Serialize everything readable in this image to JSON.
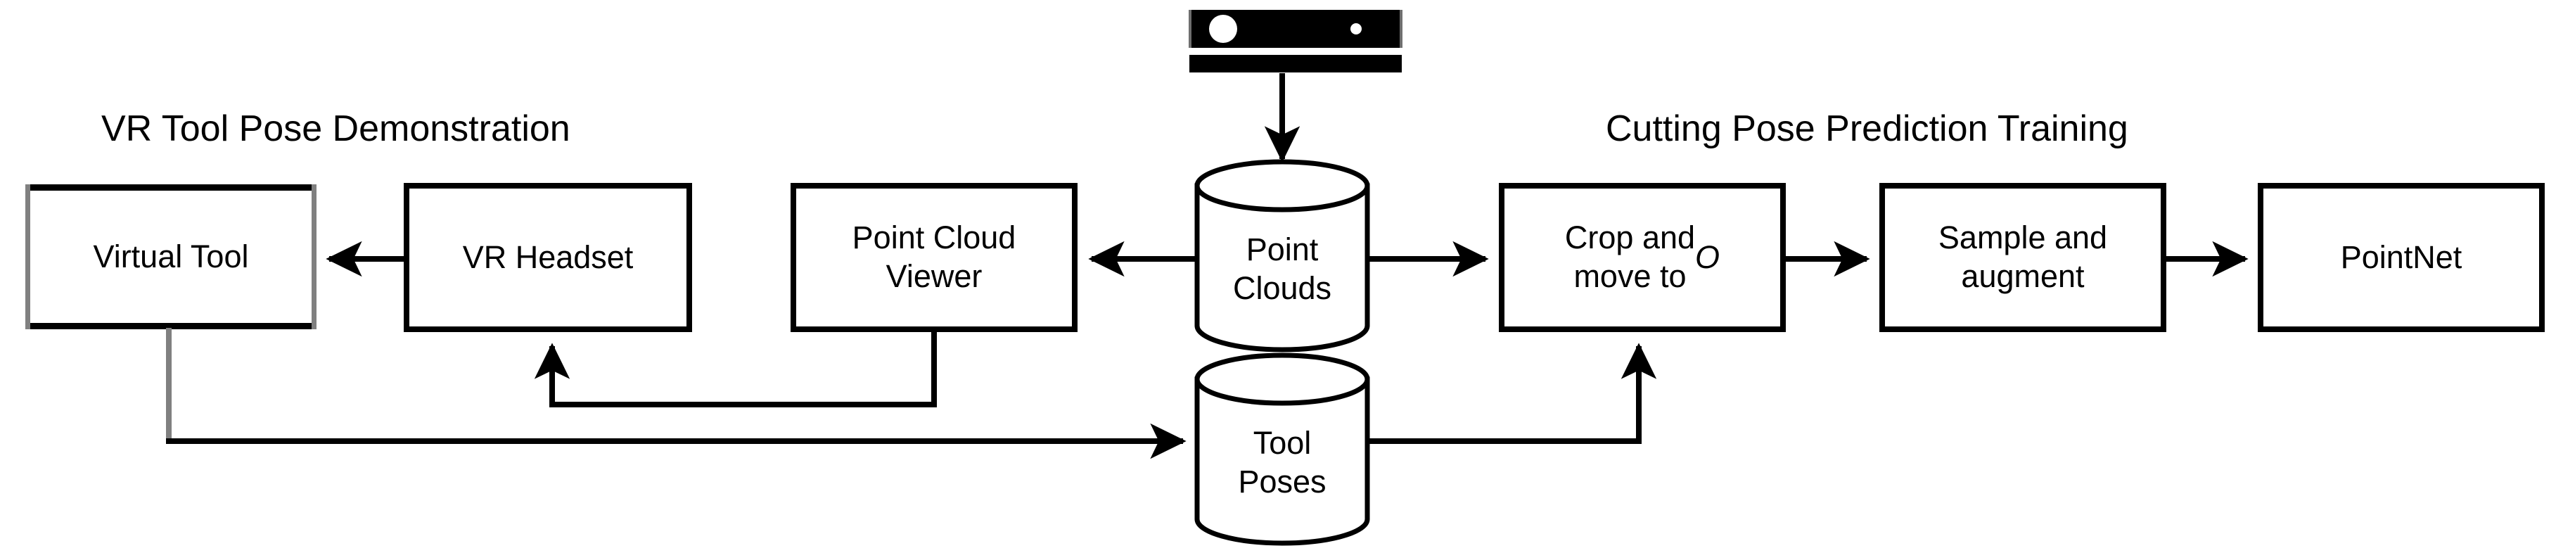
{
  "diagram": {
    "title": "VR tool pose demonstration and cutting pose prediction training pipeline",
    "sections": [
      {
        "id": "left",
        "label": "VR Tool Pose Demonstration"
      },
      {
        "id": "right",
        "label": "Cutting Pose Prediction Training"
      }
    ],
    "nodes": [
      {
        "id": "virtual-tool",
        "label": "Virtual Tool",
        "shape": "rectangle",
        "border_color": "#7f7f7f",
        "accent_color": "#000000"
      },
      {
        "id": "vr-headset",
        "label": "VR Headset",
        "shape": "rectangle",
        "border_color": "#000000"
      },
      {
        "id": "point-cloud-viewer",
        "label": "Point Cloud\nViewer",
        "shape": "rectangle",
        "border_color": "#000000"
      },
      {
        "id": "crop-and-move",
        "label_prefix": "Crop and\nmove to ",
        "label_italic": "O",
        "label": "Crop and\nmove to O",
        "shape": "rectangle",
        "border_color": "#000000"
      },
      {
        "id": "sample-and-augment",
        "label": "Sample and\naugment",
        "shape": "rectangle",
        "border_color": "#000000"
      },
      {
        "id": "pointnet",
        "label": "PointNet",
        "shape": "rectangle",
        "border_color": "#000000"
      }
    ],
    "datastores": [
      {
        "id": "point-clouds",
        "label": "Point\nClouds",
        "shape": "cylinder"
      },
      {
        "id": "tool-poses",
        "label": "Tool\nPoses",
        "shape": "cylinder"
      }
    ],
    "icons": [
      {
        "id": "depth-camera",
        "name": "depth-camera-icon",
        "description": "Black depth camera sensor bar with lens and IR dot"
      }
    ],
    "edges": [
      {
        "id": "headset-to-tool",
        "from": "vr-headset",
        "to": "virtual-tool",
        "direction": "left"
      },
      {
        "id": "camera-to-point-clouds",
        "from": "depth-camera",
        "to": "point-clouds",
        "direction": "down"
      },
      {
        "id": "point-clouds-to-viewer",
        "from": "point-clouds",
        "to": "point-cloud-viewer",
        "direction": "left"
      },
      {
        "id": "point-clouds-to-crop",
        "from": "point-clouds",
        "to": "crop-and-move",
        "direction": "right"
      },
      {
        "id": "viewer-to-headset",
        "from": "point-cloud-viewer",
        "to": "vr-headset",
        "direction": "up"
      },
      {
        "id": "virtual-tool-to-tool-poses",
        "from": "virtual-tool",
        "to": "tool-poses",
        "direction": "right"
      },
      {
        "id": "tool-poses-to-crop",
        "from": "tool-poses",
        "to": "crop-and-move",
        "direction": "up"
      },
      {
        "id": "crop-to-sample",
        "from": "crop-and-move",
        "to": "sample-and-augment",
        "direction": "right"
      },
      {
        "id": "sample-to-pointnet",
        "from": "sample-and-augment",
        "to": "pointnet",
        "direction": "right"
      }
    ],
    "colors": {
      "stroke": "#000000",
      "gray_stroke": "#7f7f7f",
      "background": "#ffffff"
    }
  }
}
